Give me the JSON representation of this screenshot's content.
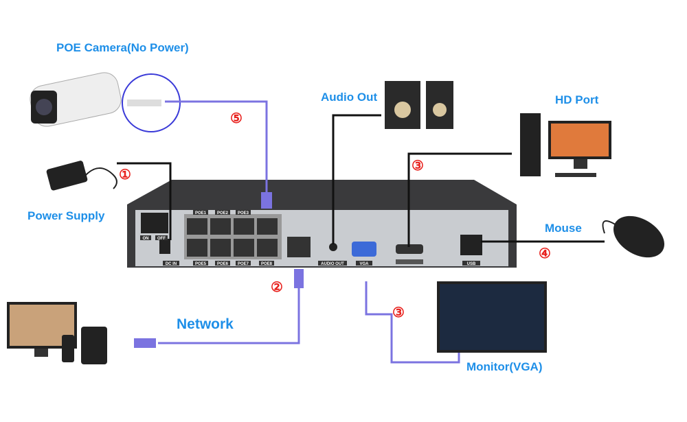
{
  "labels": {
    "camera": "POE Camera(No Power)",
    "audio": "Audio Out",
    "hd": "HD Port",
    "power": "Power Supply",
    "mouse": "Mouse",
    "network": "Network",
    "monitor": "Monitor(VGA)"
  },
  "numbers": {
    "n1": "①",
    "n2": "②",
    "n3a": "③",
    "n3b": "③",
    "n4": "④",
    "n5": "⑤"
  },
  "ports": {
    "on": "ON",
    "off": "OFF",
    "dcin": "DC IN",
    "poe1": "POE1",
    "poe2": "POE2",
    "poe3": "POE3",
    "poe5": "POE5",
    "poe6": "POE6",
    "poe7": "POE7",
    "poe8": "POE8",
    "audio_out": "AUDIO OUT",
    "vga": "VGA",
    "usb": "USB"
  },
  "colors": {
    "label": "#1e8fe8",
    "number": "#e8201c",
    "cable_blue": "#7b73e0",
    "cable_black": "#111111",
    "nvr_body": "#3a3a3c",
    "nvr_panel": "#c9ccd0"
  }
}
